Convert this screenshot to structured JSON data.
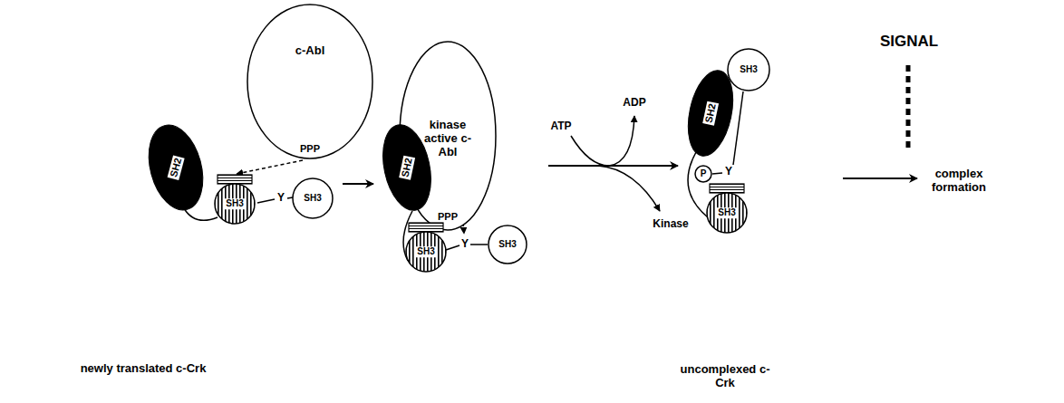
{
  "diagram": {
    "nodes": [
      {
        "text": [
          "c-Abl",
          "PPP"
        ]
      },
      {
        "text": [
          "SH2"
        ]
      },
      {
        "text": [
          "SH3"
        ]
      },
      {
        "text": [
          "SH3"
        ]
      },
      {
        "text": [
          "kinase active c-Abl",
          "PPP"
        ]
      },
      {
        "text": [
          "SH2"
        ]
      },
      {
        "text": [
          "SH3"
        ]
      },
      {
        "text": [
          "SH3"
        ]
      },
      {
        "text": [
          "SH2"
        ]
      },
      {
        "text": [
          "SH3"
        ]
      },
      {
        "text": [
          "P"
        ]
      },
      {
        "text": [
          "SH3"
        ]
      }
    ],
    "edges": [
      {
        "from": 0,
        "to": 2,
        "arrow": "to"
      }
    ],
    "labels": [
      "Y",
      "newly translated c-Crk",
      "Y",
      "ATP",
      "ADP",
      "Kinase",
      "Y",
      "uncomplexed c-Crk",
      "SIGNAL",
      "complex formation"
    ]
  }
}
